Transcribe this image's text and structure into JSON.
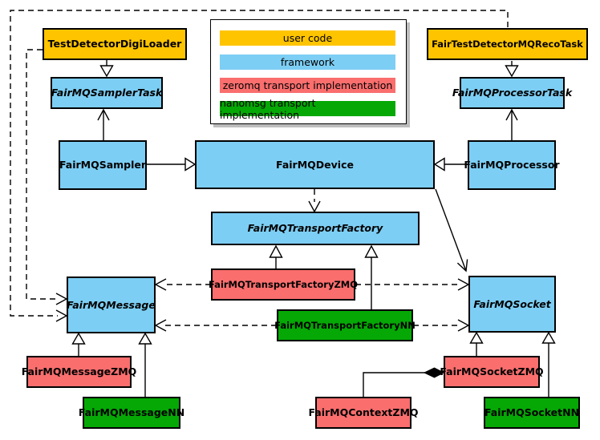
{
  "legend": {
    "items": [
      {
        "name": "user-code",
        "label": "user code",
        "color": "#FFC400"
      },
      {
        "name": "framework",
        "label": "framework",
        "color": "#7DCEF4"
      },
      {
        "name": "zeromq",
        "label": "zeromq transport implementation",
        "color": "#FA6E6E"
      },
      {
        "name": "nanomsg",
        "label": "nanomsg transport implementation",
        "color": "#05A805"
      }
    ]
  },
  "nodes": [
    {
      "label": "TestDetectorDigiLoader",
      "category": "user-code",
      "abstract": false
    },
    {
      "label": "FairMQSamplerTask",
      "category": "framework",
      "abstract": true
    },
    {
      "label": "FairMQSampler",
      "category": "framework",
      "abstract": false
    },
    {
      "label": "FairMQDevice",
      "category": "framework",
      "abstract": false
    },
    {
      "label": "FairTestDetectorMQRecoTask",
      "category": "user-code",
      "abstract": false
    },
    {
      "label": "FairMQProcessorTask",
      "category": "framework",
      "abstract": true
    },
    {
      "label": "FairMQProcessor",
      "category": "framework",
      "abstract": false
    },
    {
      "label": "FairMQTransportFactory",
      "category": "framework",
      "abstract": true
    },
    {
      "label": "FairMQTransportFactoryZMQ",
      "category": "zeromq",
      "abstract": false
    },
    {
      "label": "FairMQTransportFactoryNN",
      "category": "nanomsg",
      "abstract": false
    },
    {
      "label": "FairMQMessage",
      "category": "framework",
      "abstract": true
    },
    {
      "label": "FairMQSocket",
      "category": "framework",
      "abstract": true
    },
    {
      "label": "FairMQMessageZMQ",
      "category": "zeromq",
      "abstract": false
    },
    {
      "label": "FairMQMessageNN",
      "category": "nanomsg",
      "abstract": false
    },
    {
      "label": "FairMQContextZMQ",
      "category": "zeromq",
      "abstract": false
    },
    {
      "label": "FairMQSocketZMQ",
      "category": "zeromq",
      "abstract": false
    },
    {
      "label": "FairMQSocketNN",
      "category": "nanomsg",
      "abstract": false
    }
  ],
  "edges": [
    {
      "from": "TestDetectorDigiLoader",
      "to": "FairMQSamplerTask",
      "type": "inheritance"
    },
    {
      "from": "FairTestDetectorMQRecoTask",
      "to": "FairMQProcessorTask",
      "type": "inheritance"
    },
    {
      "from": "FairMQSampler",
      "to": "FairMQDevice",
      "type": "inheritance"
    },
    {
      "from": "FairMQProcessor",
      "to": "FairMQDevice",
      "type": "inheritance"
    },
    {
      "from": "FairMQTransportFactoryZMQ",
      "to": "FairMQTransportFactory",
      "type": "inheritance"
    },
    {
      "from": "FairMQTransportFactoryNN",
      "to": "FairMQTransportFactory",
      "type": "inheritance"
    },
    {
      "from": "FairMQMessageZMQ",
      "to": "FairMQMessage",
      "type": "inheritance"
    },
    {
      "from": "FairMQMessageNN",
      "to": "FairMQMessage",
      "type": "inheritance"
    },
    {
      "from": "FairMQSocketZMQ",
      "to": "FairMQSocket",
      "type": "inheritance"
    },
    {
      "from": "FairMQSocketNN",
      "to": "FairMQSocket",
      "type": "inheritance"
    },
    {
      "from": "FairMQSampler",
      "to": "FairMQSamplerTask",
      "type": "association"
    },
    {
      "from": "FairMQProcessor",
      "to": "FairMQProcessorTask",
      "type": "association"
    },
    {
      "from": "FairMQDevice",
      "to": "FairMQSocket",
      "type": "association"
    },
    {
      "from": "FairMQDevice",
      "to": "FairMQTransportFactory",
      "type": "dependency"
    },
    {
      "from": "FairMQTransportFactoryZMQ",
      "to": "FairMQMessage",
      "type": "dependency"
    },
    {
      "from": "FairMQTransportFactoryZMQ",
      "to": "FairMQSocket",
      "type": "dependency"
    },
    {
      "from": "FairMQTransportFactoryNN",
      "to": "FairMQMessage",
      "type": "dependency"
    },
    {
      "from": "FairMQTransportFactoryNN",
      "to": "FairMQSocket",
      "type": "dependency"
    },
    {
      "from": "TestDetectorDigiLoader",
      "to": "FairMQMessage",
      "type": "dependency"
    },
    {
      "from": "FairTestDetectorMQRecoTask",
      "to": "FairMQMessage",
      "type": "dependency"
    },
    {
      "from": "FairMQSocketZMQ",
      "to": "FairMQContextZMQ",
      "type": "composition"
    }
  ]
}
